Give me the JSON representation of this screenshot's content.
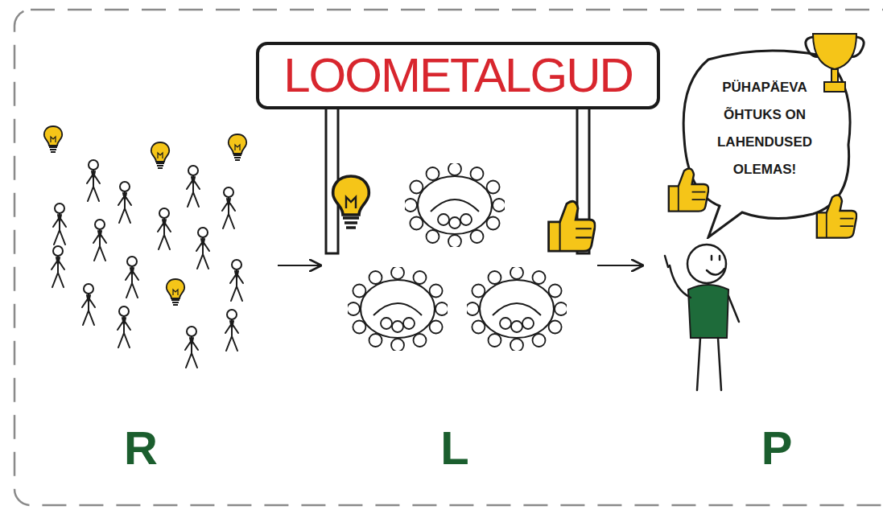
{
  "diagram": {
    "nodes": [
      {
        "text": [
          "LOOMETALGUD"
        ]
      },
      {
        "text": [
          "PÜHAPÄEVA ÕHTUKS ON LAHENDUSED OLEMAS!"
        ]
      }
    ],
    "labels": [
      "R",
      "L",
      "P"
    ]
  }
}
